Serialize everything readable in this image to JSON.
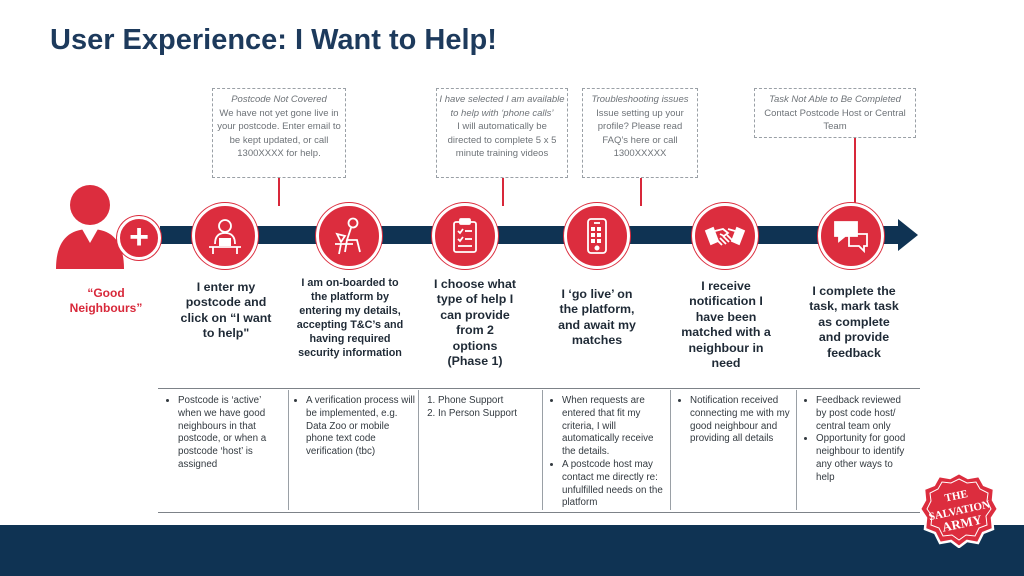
{
  "title": "User Experience: I Want to Help!",
  "notes": [
    {
      "heading": "Postcode Not Covered",
      "body": "We have not yet gone live in your postcode. Enter email to be kept updated, or call 1300XXXX for help."
    },
    {
      "heading": "I have selected I am available to help with ‘phone calls’",
      "body": "I will automatically be directed to complete 5 x 5 minute training videos"
    },
    {
      "heading": "Troubleshooting issues",
      "body": "Issue setting up your profile? Please read FAQ’s here or call 1300XXXXX"
    },
    {
      "heading": "Task Not Able to Be Completed",
      "body": "Contact Postcode Host or Central Team"
    }
  ],
  "good_neighbours": "“Good Neighbours”",
  "steps": [
    {
      "icon": "person-at-laptop-icon",
      "label": "I enter my postcode and click on “I want to help\""
    },
    {
      "icon": "person-seated-laptop-icon",
      "label": "I am on-boarded to the platform by entering my details, accepting T&C’s and having required security information"
    },
    {
      "icon": "clipboard-checklist-icon",
      "label": "I choose what type of help I can provide from 2 options (Phase 1)"
    },
    {
      "icon": "smartphone-icon",
      "label": "I ‘go live’ on the platform, and await my matches"
    },
    {
      "icon": "handshake-icon",
      "label": "I receive notification I have been matched with a neighbour in need"
    },
    {
      "icon": "speech-bubbles-icon",
      "label": "I complete the task, mark task as complete and provide feedback"
    }
  ],
  "details": [
    {
      "type": "bullet",
      "items": [
        "Postcode is ‘active’ when we have good neighbours in that postcode, or when a postcode ‘host’ is assigned"
      ]
    },
    {
      "type": "bullet",
      "items": [
        "A verification process will be implemented, e.g. Data Zoo or mobile phone text code verification (tbc)"
      ]
    },
    {
      "type": "number",
      "items": [
        "Phone Support",
        "In Person Support"
      ]
    },
    {
      "type": "bullet",
      "items": [
        "When requests are entered that fit my criteria, I will automatically receive the details.",
        "A postcode host may contact me directly re: unfulfilled needs on the platform"
      ]
    },
    {
      "type": "bullet",
      "items": [
        "Notification received connecting me with my good neighbour and providing all details"
      ]
    },
    {
      "type": "bullet",
      "items": [
        "Feedback reviewed by post code host/ central team only",
        "Opportunity for good neighbour to identify any other ways to help"
      ]
    }
  ],
  "logo": {
    "line1": "THE",
    "line2": "SALVATION",
    "line3": "ARMY"
  },
  "colors": {
    "accent_red": "#dc2d3e",
    "navy": "#0f3353",
    "title_blue": "#1d3a5c"
  }
}
